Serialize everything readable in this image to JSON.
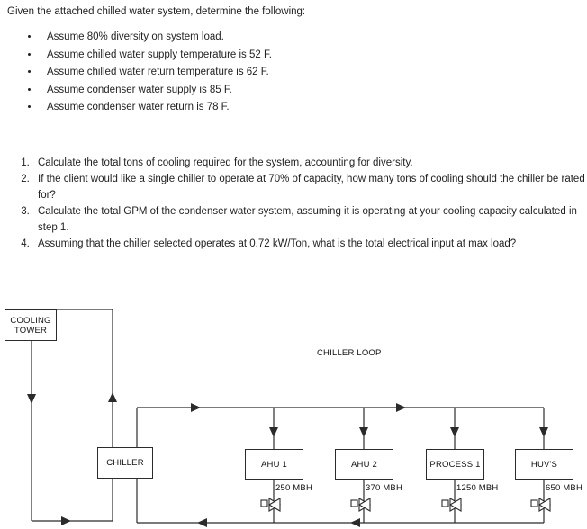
{
  "document": {
    "intro": "Given the attached chilled water system, determine the following:",
    "assumptions": [
      "Assume 80% diversity on system load.",
      "Assume chilled water supply temperature is 52 F.",
      "Assume chilled water return temperature is 62 F.",
      "Assume condenser water supply is 85 F.",
      "Assume condenser water return is 78 F."
    ],
    "questions": [
      "Calculate the total tons of cooling required for the system, accounting for diversity.",
      "If the client would like a single chiller to operate at 70% of capacity, how many tons of cooling should the chiller be rated for?",
      "Calculate the total GPM of the condenser water system, assuming it is operating at your cooling capacity calculated in step 1.",
      "Assuming that the chiller selected operates at 0.72 kW/Ton, what is the total electrical input at max load?"
    ]
  },
  "diagram": {
    "loop_label": "CHILLER LOOP",
    "cooling_tower": "COOLING\nTOWER",
    "cooling_tower_line1": "COOLING",
    "cooling_tower_line2": "TOWER",
    "chiller": "CHILLER",
    "equipment": [
      {
        "name": "AHU 1",
        "load": "250 MBH"
      },
      {
        "name": "AHU 2",
        "load": "370 MBH"
      },
      {
        "name": "PROCESS 1",
        "load": "1250 MBH"
      },
      {
        "name": "HUV'S",
        "load": "650 MBH"
      }
    ],
    "colors": {
      "line": "#2b2b2b",
      "text": "#111111",
      "background": "#ffffff"
    }
  }
}
